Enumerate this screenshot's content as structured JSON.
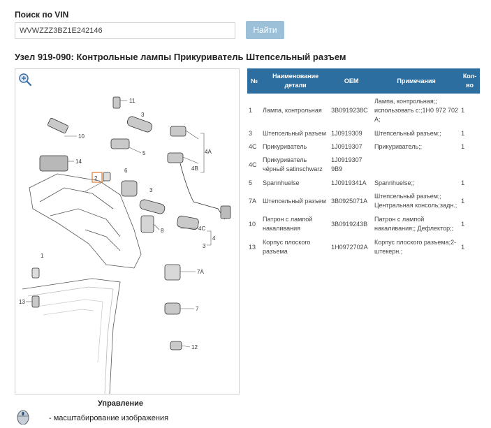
{
  "vin_search": {
    "label": "Поиск по VIN",
    "value": "WVWZZZ3BZ1E242146",
    "button_label": "Найти"
  },
  "assembly_title": "Узел 919-090: Контрольные лампы Прикуриватель Штепсельный разъем",
  "diagram": {
    "callouts": [
      "11",
      "3",
      "10",
      "5",
      "14",
      "2",
      "6",
      "4A",
      "4B",
      "3",
      "8",
      "4C",
      "4",
      "3",
      "1",
      "7A",
      "13",
      "7",
      "12"
    ]
  },
  "table": {
    "headers": {
      "num": "№",
      "name": "Наименование детали",
      "oem": "OEM",
      "notes": "Примечания",
      "qty": "Кол-во"
    },
    "rows": [
      {
        "num": "1",
        "name": "Лампа, контрольная",
        "oem": "3B0919238C",
        "notes": "Лампа, контрольная;; использовать с:;1H0 972 702 A;",
        "qty": "1"
      },
      {
        "num": "3",
        "name": "Штепсельный разъем",
        "oem": "1J0919309",
        "notes": "Штепсельный разъем;;",
        "qty": "1"
      },
      {
        "num": "4C",
        "name": "Прикуриватель",
        "oem": "1J0919307",
        "notes": "Прикуриватель;;",
        "qty": "1"
      },
      {
        "num": "4C",
        "name": "Прикуриватель чёрный satinschwarz",
        "oem": "1J0919307 9B9",
        "notes": "",
        "qty": ""
      },
      {
        "num": "5",
        "name": "Spannhuelse",
        "oem": "1J0919341A",
        "notes": "Spannhuelse;;",
        "qty": "1"
      },
      {
        "num": "7A",
        "name": "Штепсельный разъем",
        "oem": "3B0925071A",
        "notes": "Штепсельный разъем;; Центральная консоль;задн.;",
        "qty": "1"
      },
      {
        "num": "10",
        "name": "Патрон с лампой накаливания",
        "oem": "3B0919243B",
        "notes": "Патрон с лампой накаливания;; Дефлектор;;",
        "qty": "1"
      },
      {
        "num": "13",
        "name": "Корпус плоского разъема",
        "oem": "1H0972702A",
        "notes": "Корпус плоского разъема;2-штекерн.;",
        "qty": "1"
      }
    ]
  },
  "controls": {
    "title": "Управление",
    "zoom_hint": "- масштабирование изображения"
  },
  "colors": {
    "table_header": "#2c6ea0",
    "button": "#9cc0d8",
    "highlight_callout": "#e07a2e"
  }
}
